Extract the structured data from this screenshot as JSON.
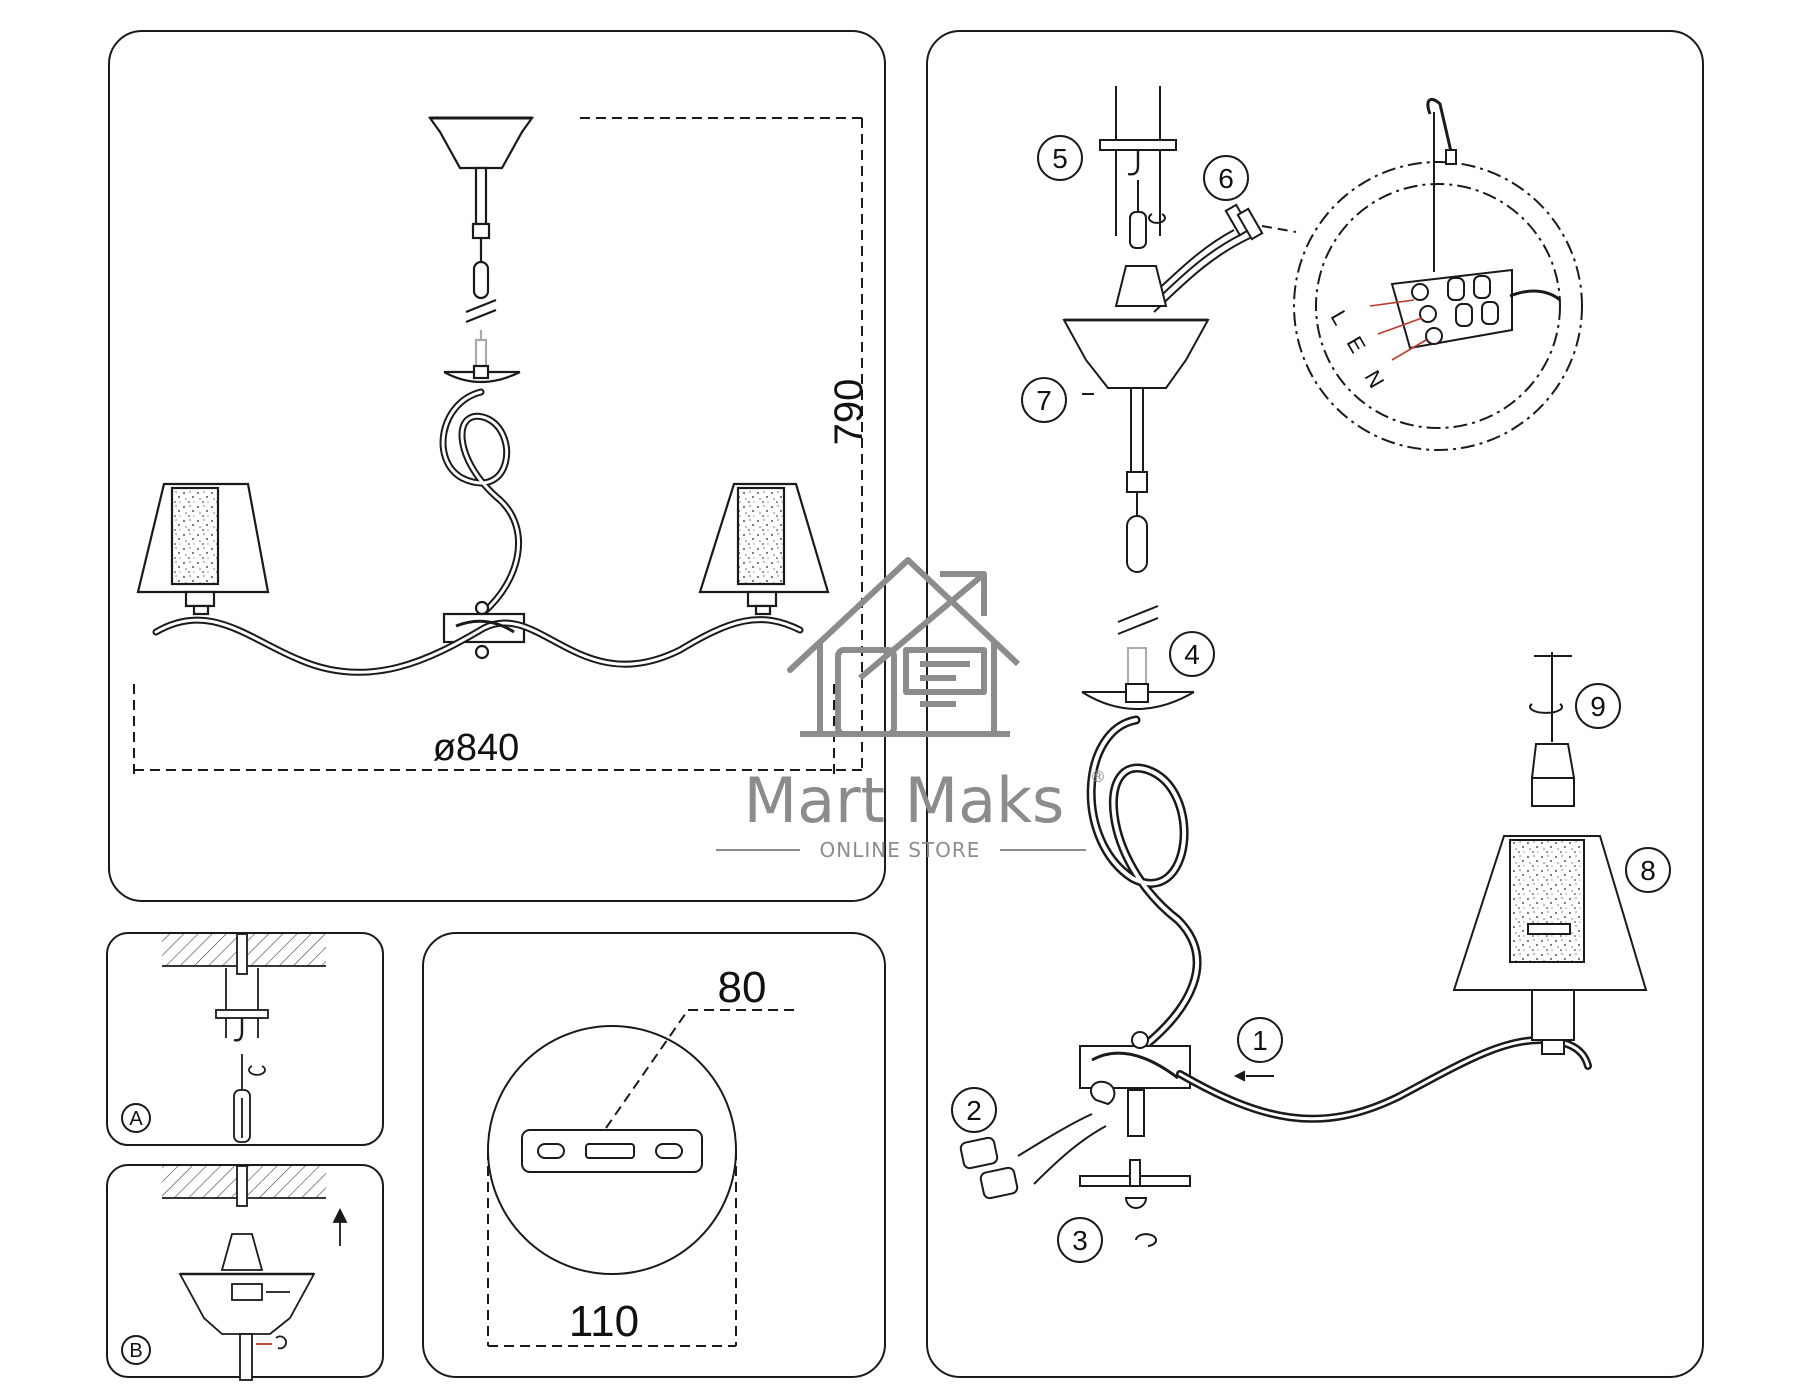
{
  "dimensions": {
    "height": "790",
    "diameter": "ø840",
    "plate_slot": "80",
    "plate_diameter": "110"
  },
  "steps": {
    "s1": "1",
    "s2": "2",
    "s3": "3",
    "s4": "4",
    "s5": "5",
    "s6": "6",
    "s7": "7",
    "s8": "8",
    "s9": "9"
  },
  "wiring_labels": {
    "l": "L",
    "e": "E",
    "n": "N"
  },
  "mounting_variants": {
    "a": "A",
    "b": "B"
  },
  "watermark": {
    "brand": "Mart Maks",
    "registered": "®",
    "tagline": "ONLINE STORE"
  },
  "colors": {
    "line": "#1a1a1a",
    "wire_red": "#c0392b",
    "watermark_gray": "#8c8c8c"
  }
}
